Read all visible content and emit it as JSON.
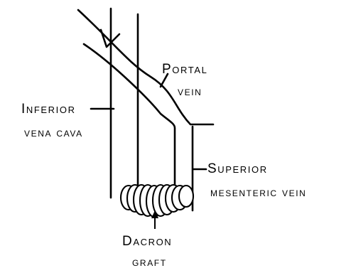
{
  "labels": {
    "portal_vein": {
      "line1": "Portal",
      "line2": "vein"
    },
    "inferior_vena_cava": {
      "line1": "Inferior",
      "line2": "vena cava"
    },
    "superior_mesenteric_vein": {
      "line1": "Superior",
      "line2": "mesenteric vein"
    },
    "dacron_graft": {
      "line1": "Dacron",
      "line2": "graft"
    }
  },
  "colors": {
    "ink": "#000000",
    "background": "#ffffff"
  }
}
